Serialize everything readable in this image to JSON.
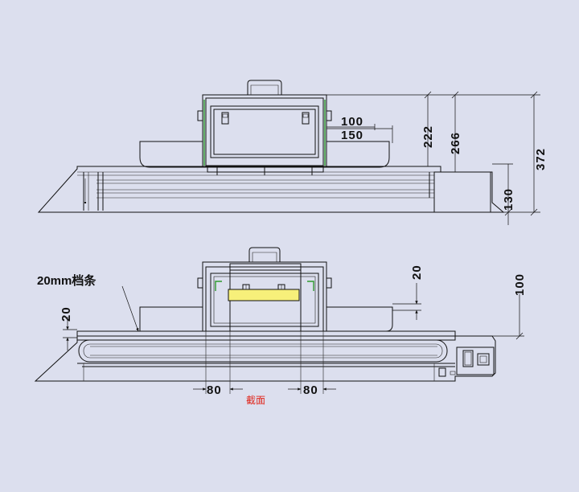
{
  "colors": {
    "background": "#dcdfee",
    "line": "#111111",
    "highlight": "#f7f07a",
    "accent_green": "#2e9a2e",
    "caption": "#e0261b"
  },
  "top_view": {
    "dims": {
      "d100": "100",
      "d150": "150",
      "d222": "222",
      "d266": "266",
      "d372": "372",
      "d130": "130"
    }
  },
  "bottom_view": {
    "label_strip": "20mm档条",
    "dims": {
      "d20_left": "20",
      "d20_right": "20",
      "d100": "100",
      "d80_left": "80",
      "d80_right": "80"
    },
    "caption": "截面"
  }
}
